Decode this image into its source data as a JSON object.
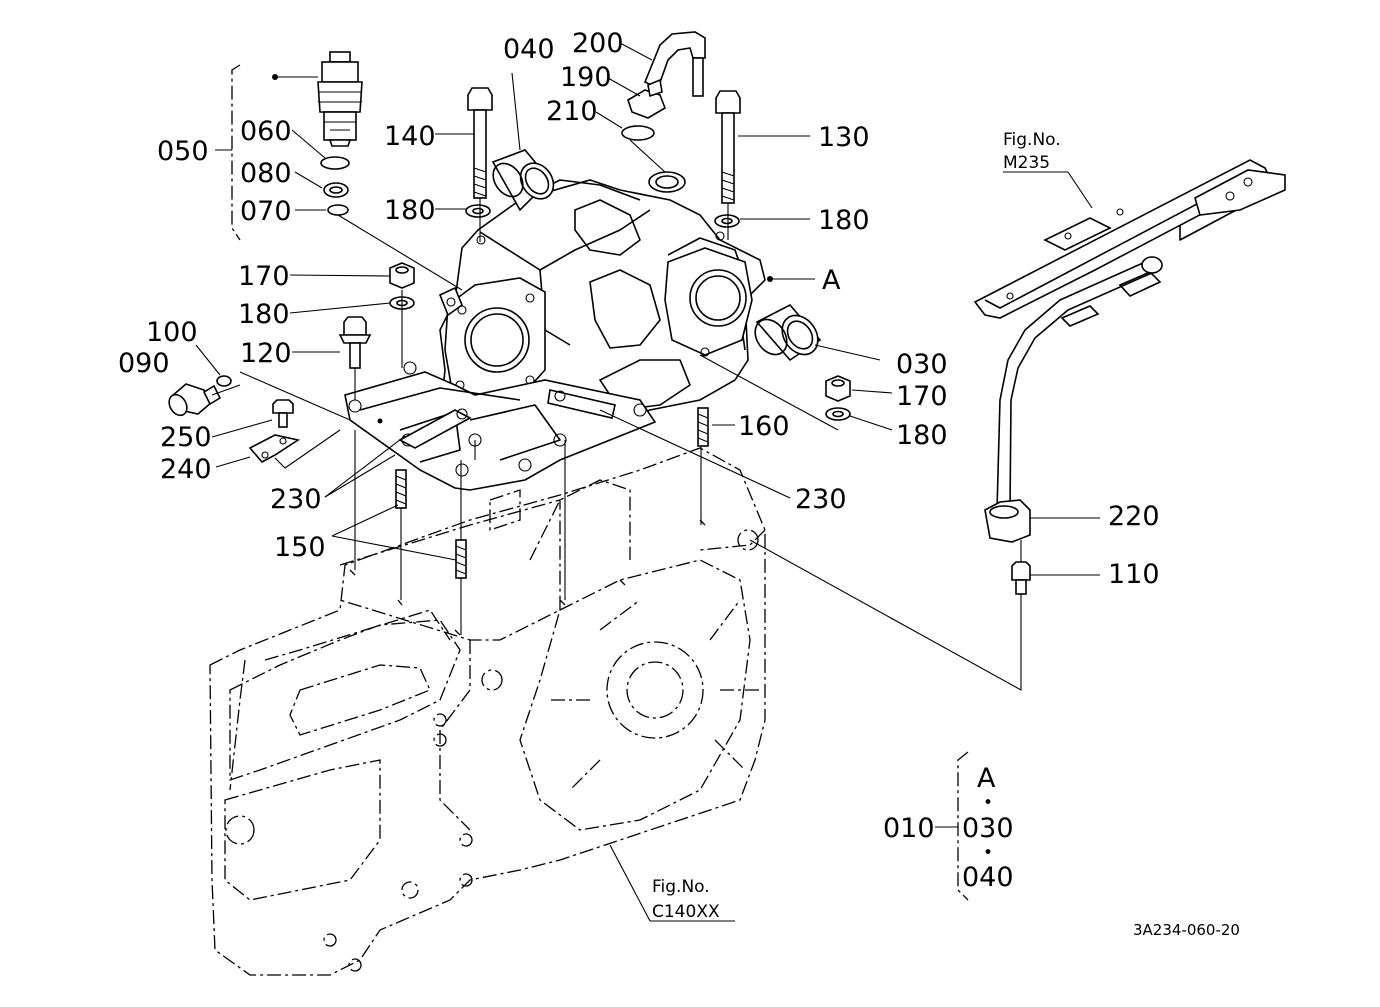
{
  "diagram": {
    "group_050": {
      "label": "050",
      "items": [
        "060",
        "080",
        "070"
      ]
    },
    "labels": {
      "l200": "200",
      "l040": "040",
      "l190": "190",
      "l210": "210",
      "l140": "140",
      "l130": "130",
      "l180a": "180",
      "l180b": "180",
      "l170a": "170",
      "l180c": "180",
      "l100": "100",
      "l120": "120",
      "l090": "090",
      "l250": "250",
      "l240": "240",
      "l230a": "230",
      "l150": "150",
      "l160": "160",
      "l230b": "230",
      "l030": "030",
      "l170b": "170",
      "l180d": "180",
      "lA": "A",
      "l220": "220",
      "l110": "110"
    },
    "fig_ref_top": {
      "prefix": "Fig.No.",
      "number": "M235"
    },
    "fig_ref_bottom": {
      "prefix": "Fig.No.",
      "number": "C140XX"
    },
    "group_010": {
      "label": "010",
      "items": [
        "A",
        "030",
        "040"
      ],
      "separator": "•"
    },
    "drawing_code": "3A234-060-20"
  }
}
